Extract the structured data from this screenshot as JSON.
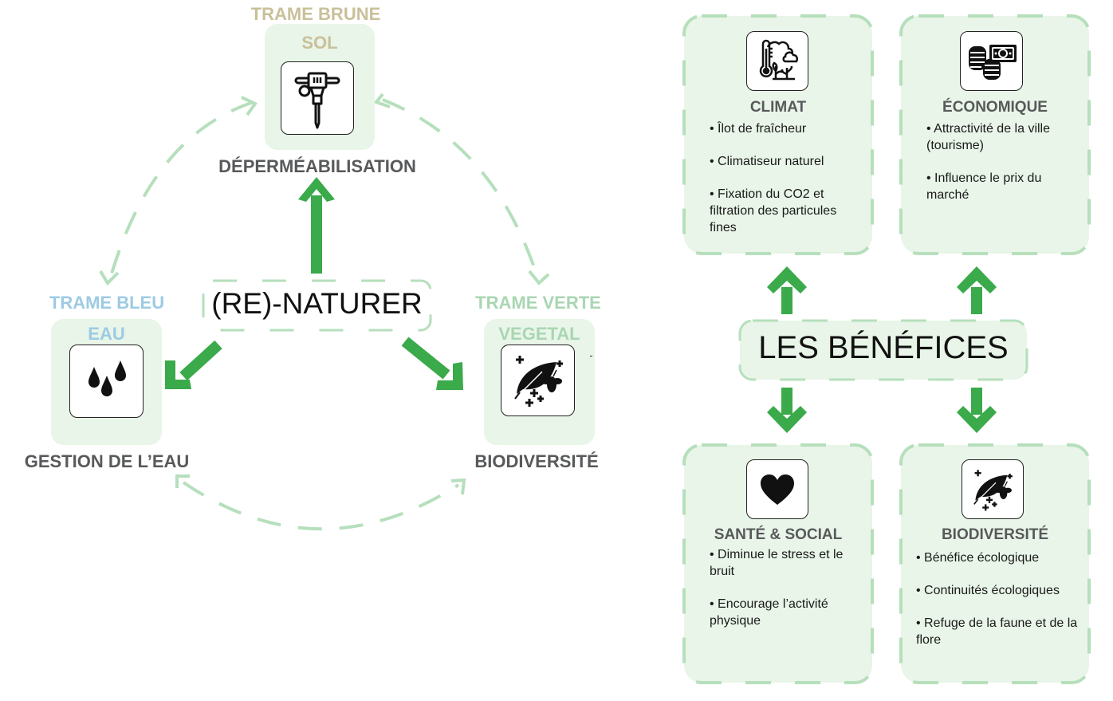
{
  "colors": {
    "arrow_green": "#3aaa4a",
    "dash_green": "#b6dfbc",
    "tile_bg": "#e8f5e8",
    "brune": "#c9c09a",
    "bleu": "#9ccbe3",
    "verte": "#a9d6b2",
    "caption": "#58595b"
  },
  "left": {
    "center_label": "(RE)-NATURER",
    "nodes": [
      {
        "id": "sol",
        "trame": "TRAME BRUNE",
        "theme": "SOL",
        "icon": "jackhammer-icon",
        "caption": "DÉPERMÉABILISATION"
      },
      {
        "id": "eau",
        "trame": "TRAME BLEU",
        "theme": "EAU",
        "icon": "water-drops-icon",
        "caption": "GESTION DE L’EAU"
      },
      {
        "id": "vegetal",
        "trame": "TRAME VERTE",
        "theme": "VEGETAL",
        "icon": "leaf-bee-icon",
        "caption": "BIODIVERSITÉ"
      }
    ]
  },
  "right": {
    "center_label": "LES BÉNÉFICES",
    "cards": [
      {
        "id": "climat",
        "title": "CLIMAT",
        "icon": "climate-thermometer-icon",
        "items": [
          "• Îlot de fraîcheur",
          "• Climatiseur naturel",
          "• Fixation du CO2 et filtration des particules fines"
        ]
      },
      {
        "id": "economique",
        "title": "ÉCONOMIQUE",
        "icon": "coins-money-icon",
        "items": [
          "• Attractivité de la ville (tourisme)",
          "• Influence le prix du marché"
        ]
      },
      {
        "id": "sante",
        "title": "SANTÉ & SOCIAL",
        "icon": "heart-icon",
        "items": [
          "• Diminue le stress et le bruit",
          "• Encourage l’activité physique"
        ]
      },
      {
        "id": "biodiversite",
        "title": "BIODIVERSITÉ",
        "icon": "leaf-bee-icon",
        "items": [
          "• Bénéfice écologique",
          "• Continuités écologiques",
          "• Refuge de la faune et de la flore"
        ]
      }
    ]
  }
}
